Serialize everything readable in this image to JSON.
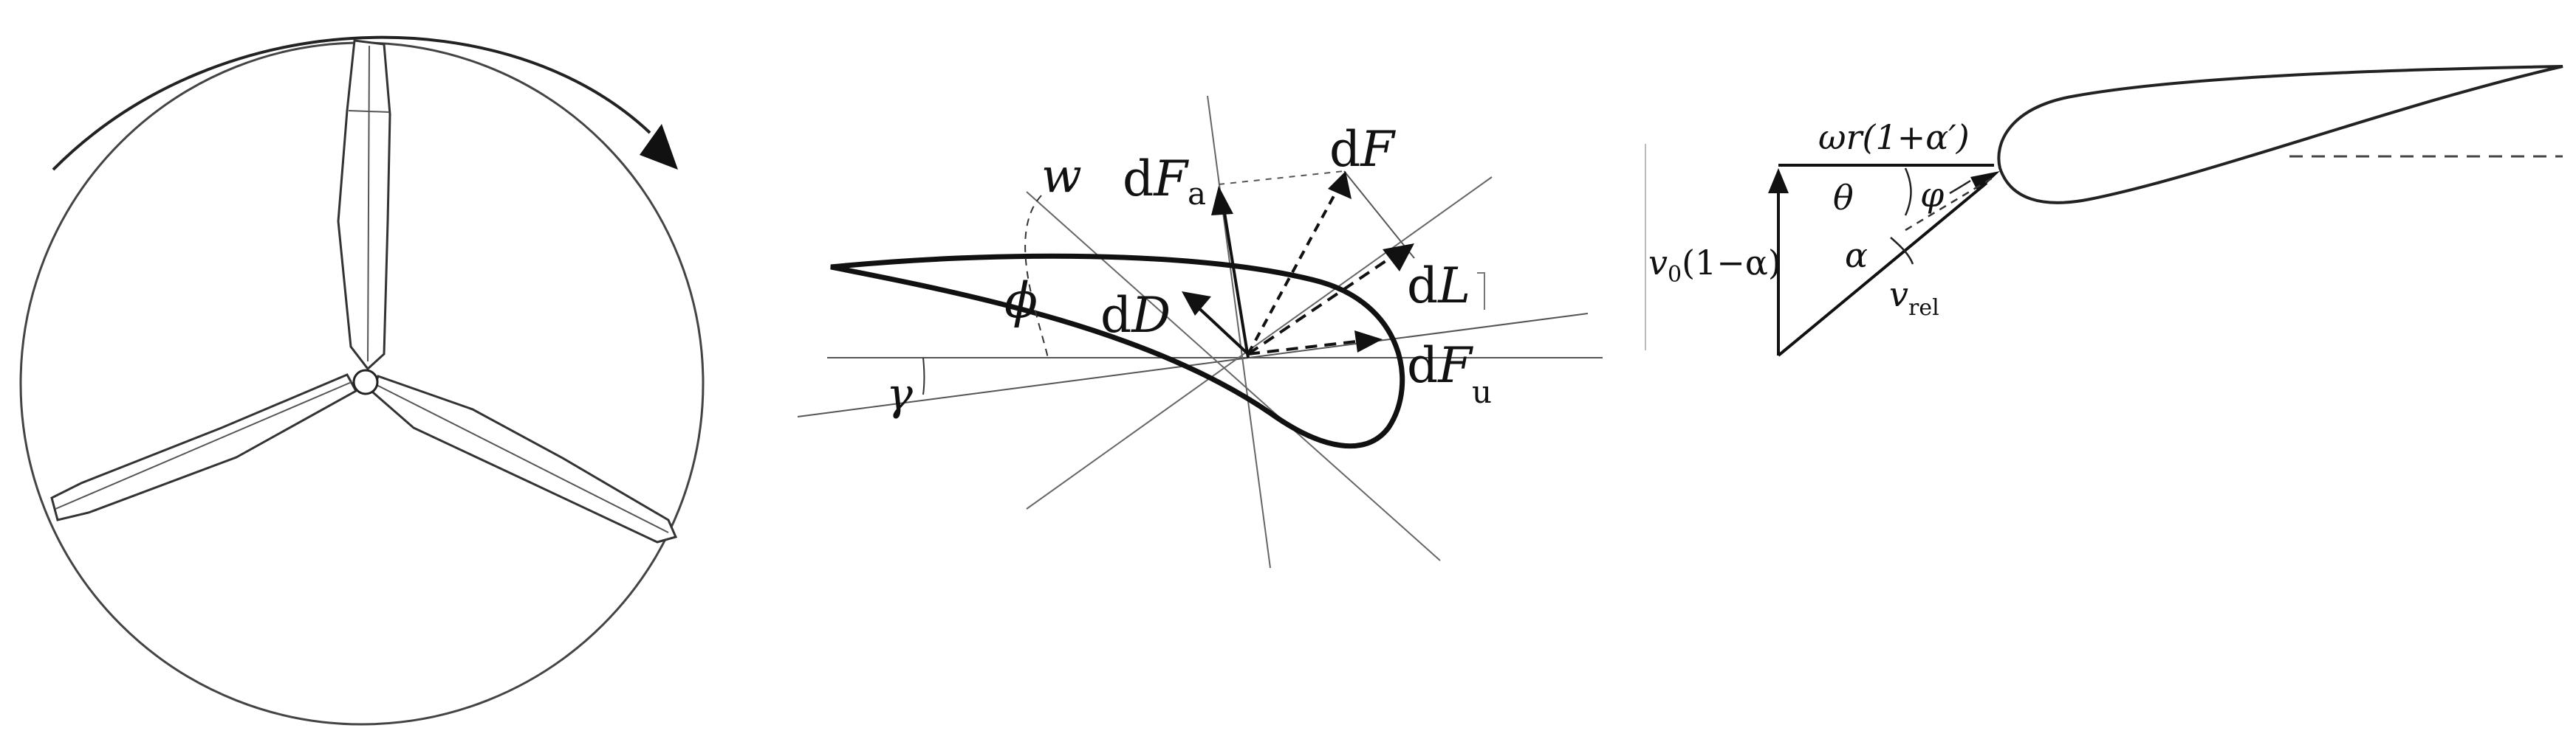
{
  "panel_rotor": {
    "rotation_direction": "clockwise"
  },
  "panel_forces": {
    "labels": {
      "w": "w",
      "phi": "ϕ",
      "gamma": "γ",
      "dF_main": "F",
      "dF_prefix": "d",
      "dFa_main": "F",
      "dFa_sub": "a",
      "dD_main": "D",
      "dL_main": "L",
      "dFu_main": "F",
      "dFu_sub": "u"
    }
  },
  "panel_velocity": {
    "labels": {
      "omega_r": "ωr(1+α′)",
      "v0": "v",
      "v0_sub": "0",
      "v0_tail": "(1−α)",
      "theta": "θ",
      "phi": "φ",
      "alpha": "α",
      "vrel": "v",
      "vrel_sub": "rel"
    }
  }
}
